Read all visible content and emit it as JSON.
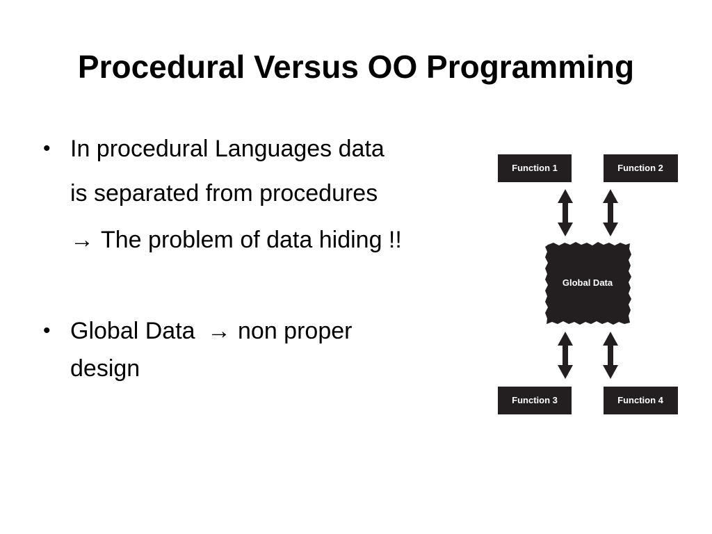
{
  "slide": {
    "title": "Procedural Versus OO Programming",
    "bullets": [
      {
        "lines": [
          "In procedural Languages data",
          "is separated from procedures",
          "The problem of data hiding !!"
        ],
        "arrow_line_index": 2
      },
      {
        "before_arrow": "Global Data",
        "after_arrow": "non proper",
        "continuation": "design"
      }
    ],
    "bullet_glyph": "•",
    "arrow_glyph": "→"
  },
  "diagram": {
    "functions": [
      "Function 1",
      "Function 2",
      "Function 3",
      "Function 4"
    ],
    "global_data": "Global Data",
    "colors": {
      "box_fill": "#231f20",
      "label_text": "#ffffff",
      "arrow": "#231f20"
    },
    "icons": [
      "double-headed-arrow-icon"
    ]
  }
}
